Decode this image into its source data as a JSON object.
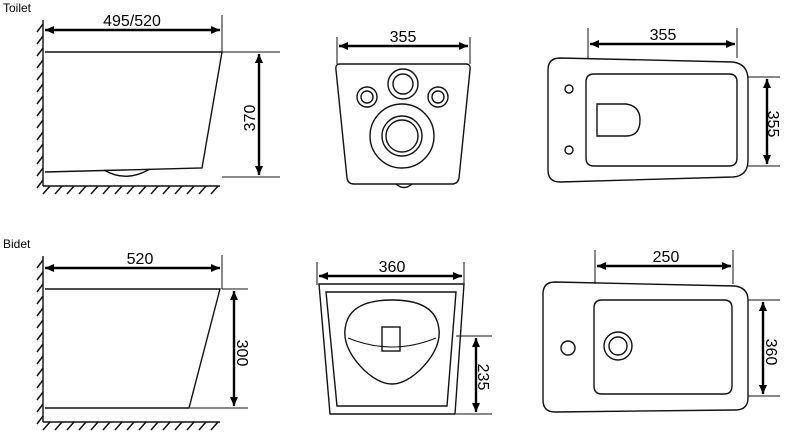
{
  "sections": {
    "toilet": "Toilet",
    "bidet": "Bidet"
  },
  "toilet": {
    "side_width": "495/520",
    "side_height": "370",
    "back_width": "355",
    "top_width": "355",
    "top_depth": "355"
  },
  "bidet": {
    "side_width": "520",
    "side_height": "300",
    "back_width": "360",
    "back_height": "235",
    "top_width": "250",
    "top_depth": "360"
  }
}
